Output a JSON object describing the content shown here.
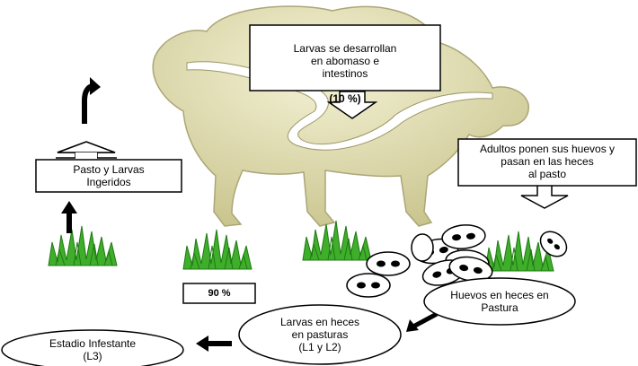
{
  "diagram": {
    "box_larvae_develop": {
      "text": "Larvas se desarrollan\nen abomaso e\nintestinos",
      "percent": "(10 %)"
    },
    "box_ingested": {
      "text": "Pasto y Larvas\nIngeridos"
    },
    "box_adults_eggs": {
      "text": "Adultos ponen sus huevos y\npasan en las heces\nal pasto"
    },
    "box_pasture_percent": {
      "text": "90 %"
    },
    "oval_eggs_feces": {
      "text": "Huevos en heces en\nPastura"
    },
    "oval_larvae_feces": {
      "text": "Larvas en heces\nen pasturas\n(L1 y L2)"
    },
    "oval_infective": {
      "text": "Estadio Infestante\n(L3)"
    }
  },
  "colors": {
    "sheep_fill": "#e8e6b6",
    "grass_green": "#3fae2a",
    "grass_dark": "#1f7a14",
    "stroke": "#000000"
  }
}
